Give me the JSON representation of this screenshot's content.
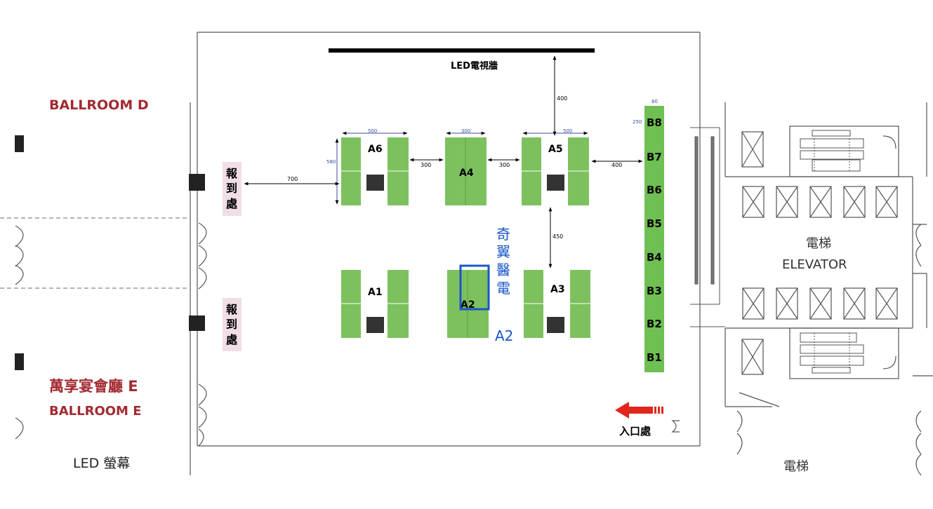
{
  "led_wall_label": "LED電視牆",
  "left_venue": {
    "top_label": "BALLROOM D",
    "name_zh": "萬享宴會廳 E",
    "name_en": "BALLROOM E",
    "screen_label": "LED 螢幕"
  },
  "registration": {
    "upper": [
      "報",
      "到",
      "處"
    ],
    "lower": [
      "報",
      "到",
      "處"
    ]
  },
  "booths_a": [
    {
      "id": "A6",
      "label": "A6"
    },
    {
      "id": "A4",
      "label": "A4"
    },
    {
      "id": "A5",
      "label": "A5"
    },
    {
      "id": "A1",
      "label": "A1"
    },
    {
      "id": "A2",
      "label": "A2"
    },
    {
      "id": "A3",
      "label": "A3"
    }
  ],
  "booths_b": [
    "B8",
    "B7",
    "B6",
    "B5",
    "B4",
    "B3",
    "B2",
    "B1"
  ],
  "dimensions": {
    "a6_width": "500",
    "a6_height": "580",
    "a4_width": "300",
    "a5_width": "500",
    "b_width": "80",
    "b_height": "250",
    "a6_to_a4": "300",
    "a4_to_a5": "300",
    "reg_to_a6": "700",
    "a5_to_b": "400",
    "led_to_a5": "400",
    "a5_to_a3": "450"
  },
  "highlight": {
    "name_chars": [
      "奇",
      "翼",
      "醫",
      "電"
    ],
    "booth": "A2",
    "color": "#1a56c9"
  },
  "entrance_label": "入口處",
  "elevator": {
    "label_zh": "電梯",
    "label_en": "ELEVATOR",
    "bottom_label": "電梯"
  },
  "colors": {
    "booth_green": "#7dc15e",
    "b_green": "#6fbf52",
    "ballroom_red": "#a32a32",
    "reg_pink": "#f1dde8",
    "arrow_red": "#e0261d"
  }
}
